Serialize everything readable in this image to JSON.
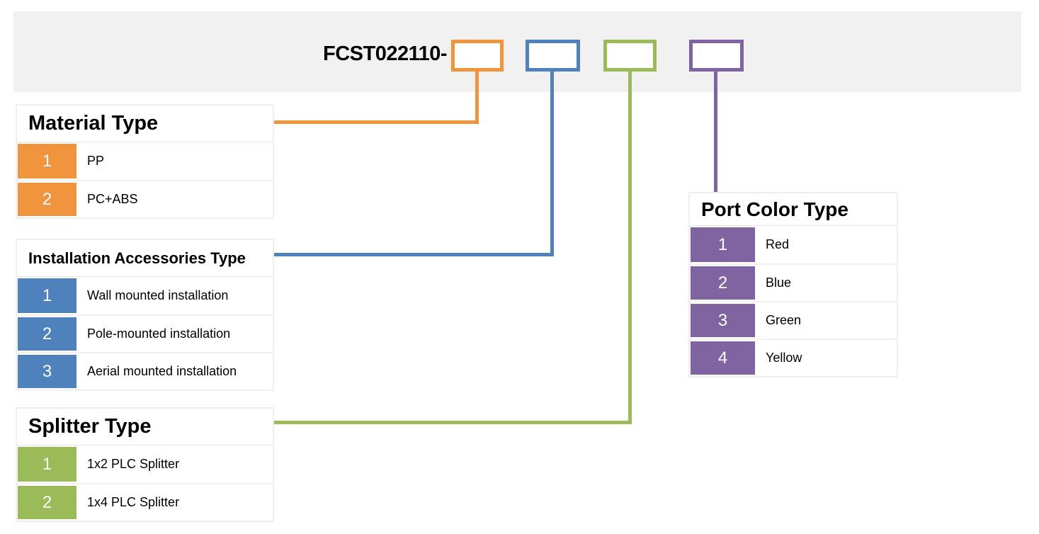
{
  "title_code": "FCST022110-",
  "colors": {
    "band_background": "#F1F1F1",
    "material_orange": "#F0943E",
    "installation_blue": "#4F81BD",
    "splitter_green": "#9BBB59",
    "port_purple": "#8064A2"
  },
  "tables": {
    "material": {
      "title": "Material Type",
      "rows": [
        {
          "code": "1",
          "label": "PP"
        },
        {
          "code": "2",
          "label": "PC+ABS"
        }
      ]
    },
    "installation": {
      "title": "Installation Accessories Type",
      "rows": [
        {
          "code": "1",
          "label": "Wall mounted installation"
        },
        {
          "code": "2",
          "label": "Pole-mounted installation"
        },
        {
          "code": "3",
          "label": "Aerial mounted installation"
        }
      ]
    },
    "splitter": {
      "title": "Splitter Type",
      "rows": [
        {
          "code": "1",
          "label": "1x2 PLC Splitter"
        },
        {
          "code": "2",
          "label": "1x4 PLC Splitter"
        }
      ]
    },
    "port_color": {
      "title": "Port Color Type",
      "rows": [
        {
          "code": "1",
          "label": "Red"
        },
        {
          "code": "2",
          "label": "Blue"
        },
        {
          "code": "3",
          "label": "Green"
        },
        {
          "code": "4",
          "label": "Yellow"
        }
      ]
    }
  }
}
